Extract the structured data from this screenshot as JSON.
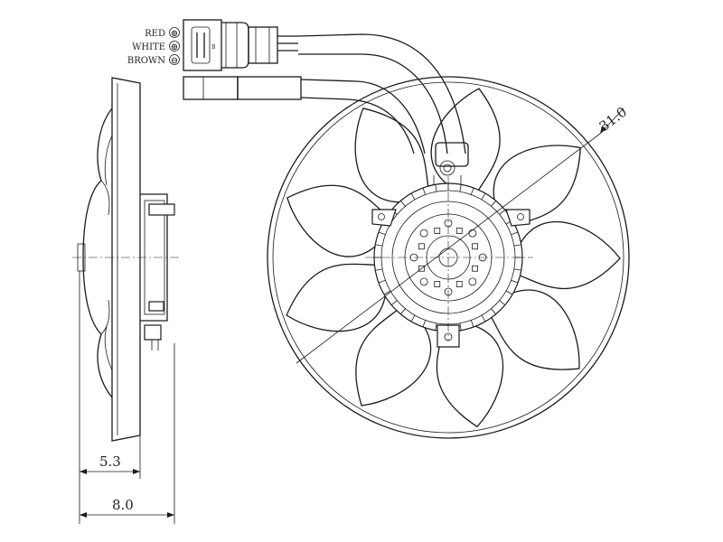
{
  "wiring": {
    "red": {
      "label": "RED",
      "symbol": "⊕"
    },
    "white": {
      "label": "WHITE",
      "symbol": "⊕"
    },
    "brown": {
      "label": "BROWN",
      "symbol": "⊖"
    },
    "pin_mark": "B"
  },
  "dimensions": {
    "diameter": "31.0",
    "hub_depth": "5.3",
    "overall_depth": "8.0"
  },
  "fan": {
    "blade_count": 9,
    "hub_holes": 16
  }
}
